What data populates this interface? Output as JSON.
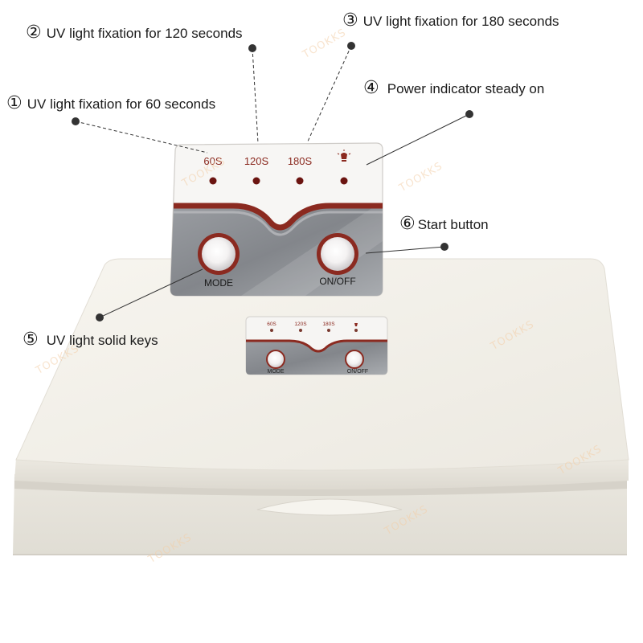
{
  "callouts": [
    {
      "num": "①",
      "text": "UV light fixation for 60 seconds"
    },
    {
      "num": "②",
      "text": "UV light fixation for 120 seconds"
    },
    {
      "num": "③",
      "text": "UV light fixation for 180 seconds"
    },
    {
      "num": "④",
      "text": "Power indicator steady on"
    },
    {
      "num": "⑤",
      "text": "UV light solid keys"
    },
    {
      "num": "⑥",
      "text": "Start button"
    }
  ],
  "panel": {
    "timers": [
      "60S",
      "120S",
      "180S"
    ],
    "power_icon": "lamp-icon",
    "mode_label": "MODE",
    "onoff_label": "ON/OFF"
  },
  "watermark": "TOOKKS",
  "colors": {
    "accent": "#8b2a20",
    "panel_gray": "#8e9196",
    "device_white": "#f4f1ea",
    "led": "#6b1410"
  }
}
